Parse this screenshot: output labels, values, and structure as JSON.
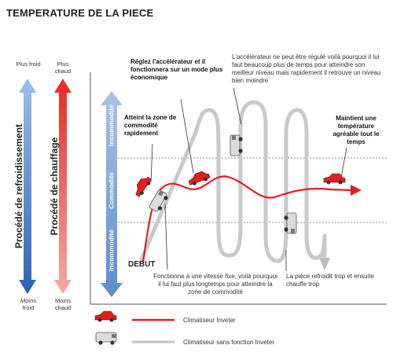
{
  "title": "TEMPERATURE DE LA PIECE",
  "left_scale": {
    "cooling": {
      "label": "Procédé de refroidissement",
      "top": "Plus froid",
      "bottom": "Moins froid",
      "color_top": "#8fb5e0",
      "color_bottom": "#2e69b8"
    },
    "heating": {
      "label": "Procédé de chauffage",
      "top": "Plus chaud",
      "bottom": "Moins chaud",
      "color_top": "#e8332b",
      "color_bottom": "#f4a39a"
    }
  },
  "zones": {
    "upper": "Incommodité",
    "middle": "Commodité",
    "lower": "Incommodité"
  },
  "annotations": {
    "reach_zone": "Atteint la zone de commodité rapidement",
    "adjust": "Réglez l'accélérateur et il fonctionnera sur un mode plus économique",
    "fixed_accel": "L'accélérateur ne peut être régulé voilà pourquoi il lui faut beaucoup plus de temps pour atteindre son meilleur niveau mais rapidement il retrouve un niveau bien moindre",
    "maintain": "Maintient une température agréable tout le temps",
    "start": "DEBUT",
    "fixed_speed": "Fonctionne à une vitesse fixe, voilà pourquoi il lui faut plus longtemps pour atteindre la zone de commodité",
    "overshoot": "La pièce refroidit trop et ensuite chauffe trop"
  },
  "legend": {
    "inverter": "Climatiseur Inveter",
    "non_inverter": "Climatiseur sans fonction Inveter"
  },
  "colors": {
    "inverter": "#e02020",
    "non_inverter": "#c8c8c8",
    "zone_arrow_top": "#aac6e8",
    "zone_arrow_bottom": "#5d8fcf"
  }
}
